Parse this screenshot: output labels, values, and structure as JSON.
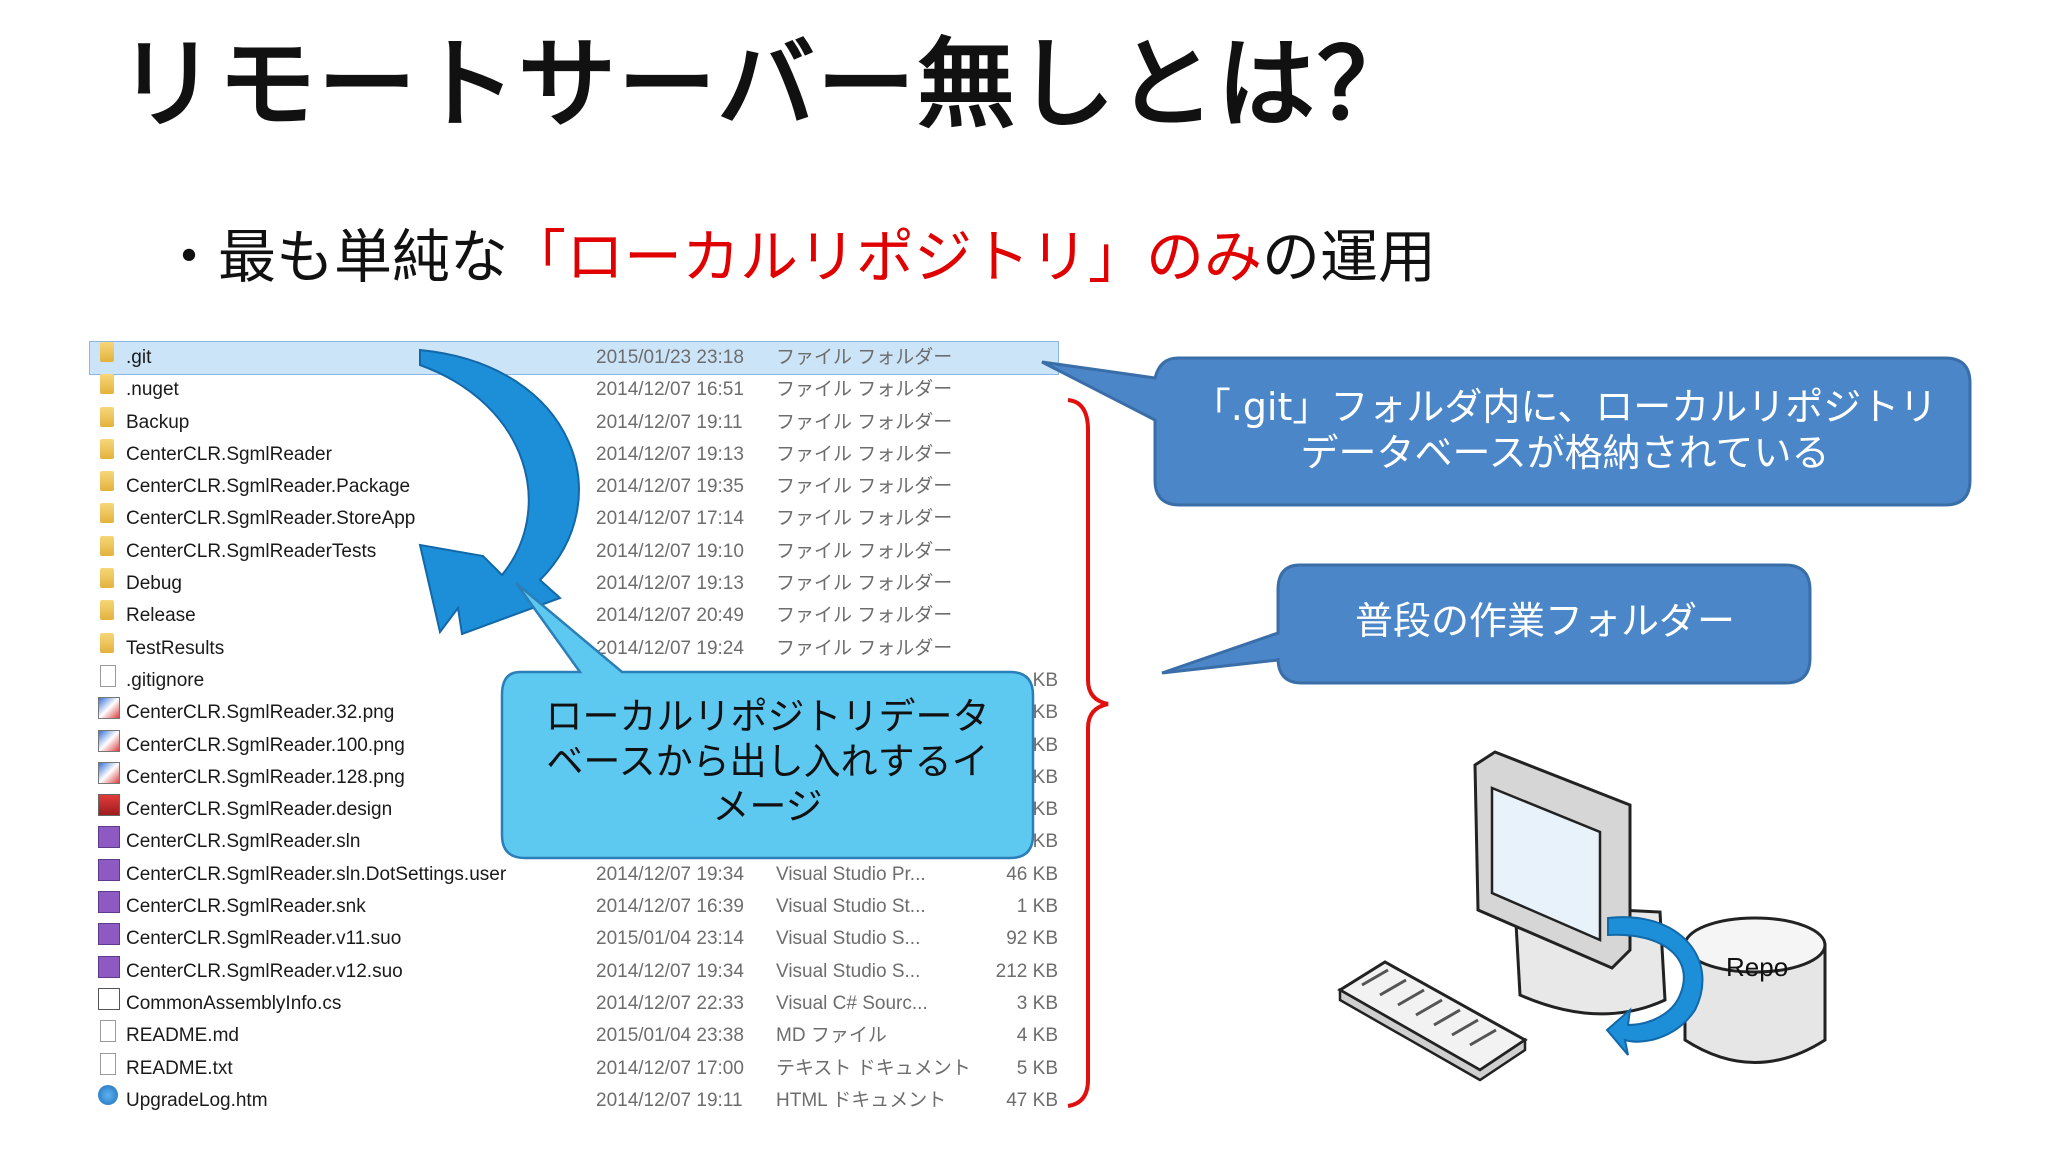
{
  "slide": {
    "title": "リモートサーバー無しとは？",
    "bullet_prefix": "・最も単純な",
    "bullet_highlight": "「ローカルリポジトリ」のみ",
    "bullet_suffix": "の運用"
  },
  "files": [
    {
      "name": ".git",
      "date": "2015/01/23 23:18",
      "type": "ファイル フォルダー",
      "size": "",
      "icon": "folder-icon",
      "selected": true
    },
    {
      "name": ".nuget",
      "date": "2014/12/07 16:51",
      "type": "ファイル フォルダー",
      "size": "",
      "icon": "folder-icon"
    },
    {
      "name": "Backup",
      "date": "2014/12/07 19:11",
      "type": "ファイル フォルダー",
      "size": "",
      "icon": "folder-icon"
    },
    {
      "name": "CenterCLR.SgmlReader",
      "date": "2014/12/07 19:13",
      "type": "ファイル フォルダー",
      "size": "",
      "icon": "folder-icon"
    },
    {
      "name": "CenterCLR.SgmlReader.Package",
      "date": "2014/12/07 19:35",
      "type": "ファイル フォルダー",
      "size": "",
      "icon": "folder-icon"
    },
    {
      "name": "CenterCLR.SgmlReader.StoreApp",
      "date": "2014/12/07 17:14",
      "type": "ファイル フォルダー",
      "size": "",
      "icon": "folder-icon"
    },
    {
      "name": "CenterCLR.SgmlReaderTests",
      "date": "2014/12/07 19:10",
      "type": "ファイル フォルダー",
      "size": "",
      "icon": "folder-icon"
    },
    {
      "name": "Debug",
      "date": "2014/12/07 19:13",
      "type": "ファイル フォルダー",
      "size": "",
      "icon": "folder-icon"
    },
    {
      "name": "Release",
      "date": "2014/12/07 20:49",
      "type": "ファイル フォルダー",
      "size": "",
      "icon": "folder-icon"
    },
    {
      "name": "TestResults",
      "date": "2014/12/07 19:24",
      "type": "ファイル フォルダー",
      "size": "",
      "icon": "folder-icon"
    },
    {
      "name": ".gitignore",
      "date": "",
      "type": "",
      "size": "KB",
      "icon": "document-icon"
    },
    {
      "name": "CenterCLR.SgmlReader.32.png",
      "date": "",
      "type": "",
      "size": "KB",
      "icon": "image-file-icon"
    },
    {
      "name": "CenterCLR.SgmlReader.100.png",
      "date": "",
      "type": "",
      "size": "KB",
      "icon": "image-file-icon"
    },
    {
      "name": "CenterCLR.SgmlReader.128.png",
      "date": "",
      "type": "",
      "size": "KB",
      "icon": "image-file-icon"
    },
    {
      "name": "CenterCLR.SgmlReader.design",
      "date": "",
      "type": "",
      "size": "KB",
      "icon": "design-file-icon"
    },
    {
      "name": "CenterCLR.SgmlReader.sln",
      "date": "",
      "type": "",
      "size": "KB",
      "icon": "visual-studio-icon"
    },
    {
      "name": "CenterCLR.SgmlReader.sln.DotSettings.user",
      "date": "2014/12/07 19:34",
      "type": "Visual Studio Pr...",
      "size": "46 KB",
      "icon": "visual-studio-icon"
    },
    {
      "name": "CenterCLR.SgmlReader.snk",
      "date": "2014/12/07 16:39",
      "type": "Visual Studio St...",
      "size": "1 KB",
      "icon": "key-file-icon"
    },
    {
      "name": "CenterCLR.SgmlReader.v11.suo",
      "date": "2015/01/04 23:14",
      "type": "Visual Studio S...",
      "size": "92 KB",
      "icon": "visual-studio-icon"
    },
    {
      "name": "CenterCLR.SgmlReader.v12.suo",
      "date": "2014/12/07 19:34",
      "type": "Visual Studio S...",
      "size": "212 KB",
      "icon": "visual-studio-icon"
    },
    {
      "name": "CommonAssemblyInfo.cs",
      "date": "2014/12/07 22:33",
      "type": "Visual C# Sourc...",
      "size": "3 KB",
      "icon": "csharp-file-icon"
    },
    {
      "name": "README.md",
      "date": "2015/01/04 23:38",
      "type": "MD ファイル",
      "size": "4 KB",
      "icon": "document-icon"
    },
    {
      "name": "README.txt",
      "date": "2014/12/07 17:00",
      "type": "テキスト ドキュメント",
      "size": "5 KB",
      "icon": "text-file-icon"
    },
    {
      "name": "UpgradeLog.htm",
      "date": "2014/12/07 19:11",
      "type": "HTML ドキュメント",
      "size": "47 KB",
      "icon": "web-page-icon"
    }
  ],
  "callouts": {
    "git_folder": [
      "「.git」フォルダ内に、ローカルリポジトリ",
      "データベースが格納されている"
    ],
    "work_folder": "普段の作業フォルダー",
    "checkout": [
      "ローカルリポジトリデータ",
      "ベースから出し入れするイ",
      "メージ"
    ]
  },
  "illustration": {
    "repo_label": "Repo"
  },
  "colors": {
    "callout_fill": "#4a86c8",
    "callout_stroke": "#3a6ea8",
    "light_callout_fill": "#5dc8f0",
    "arrow_blue": "#1d8fd8",
    "brace_red": "#e01010",
    "highlight_red": "#e00000"
  }
}
